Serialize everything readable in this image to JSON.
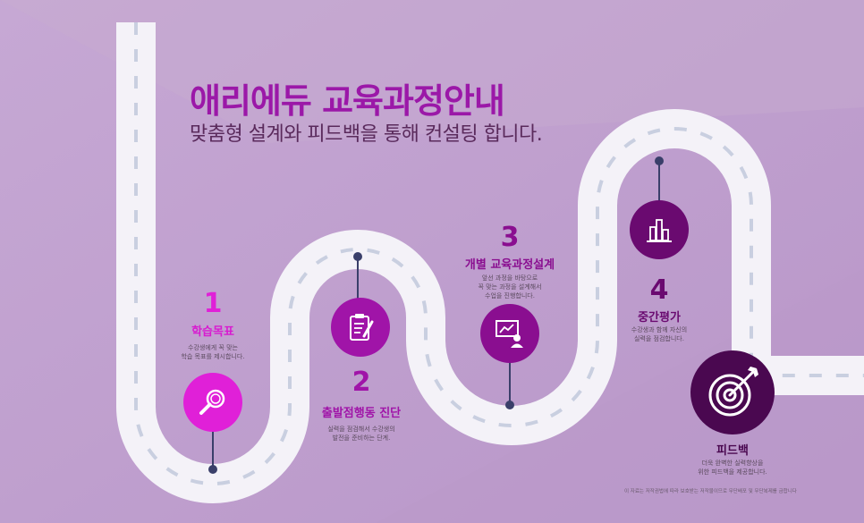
{
  "header": {
    "title": "애리에듀 교육과정안내",
    "subtitle": "맞춤형 설계와 피드백을 통해 컨설팅 합니다."
  },
  "steps": [
    {
      "number": "1",
      "label": "학습목표",
      "description": "수강생에게 꼭 맞는\n학습 목표를 제시합니다.",
      "icon": "magnifier-icon",
      "color": "#e020d8"
    },
    {
      "number": "2",
      "label": "출발점행동 진단",
      "description": "실력을 점검해서 수강생의\n발전을 준비하는 단계.",
      "icon": "clipboard-icon",
      "color": "#a014a8"
    },
    {
      "number": "3",
      "label": "개별 교육과정설계",
      "description": "앞선 과정을 바탕으로\n꼭 맞는 과정을 설계해서\n수업을 진행합니다.",
      "icon": "presenter-icon",
      "color": "#8a0e90"
    },
    {
      "number": "4",
      "label": "중간평가",
      "description": "수강생과 함께 자신의\n실력을 점검합니다.",
      "icon": "bar-chart-icon",
      "color": "#6a0a70"
    },
    {
      "number": "",
      "label": "피드백",
      "description": "더욱 완벽한 실력향상을\n위한 피드백을 제공합니다.",
      "icon": "target-icon",
      "color": "#4a0850"
    }
  ],
  "footer": {
    "copyright": "이 자료는 저작권법에 따라 보호받는 저작물이므로 무단배포 및 무단복제를 금합니다"
  }
}
